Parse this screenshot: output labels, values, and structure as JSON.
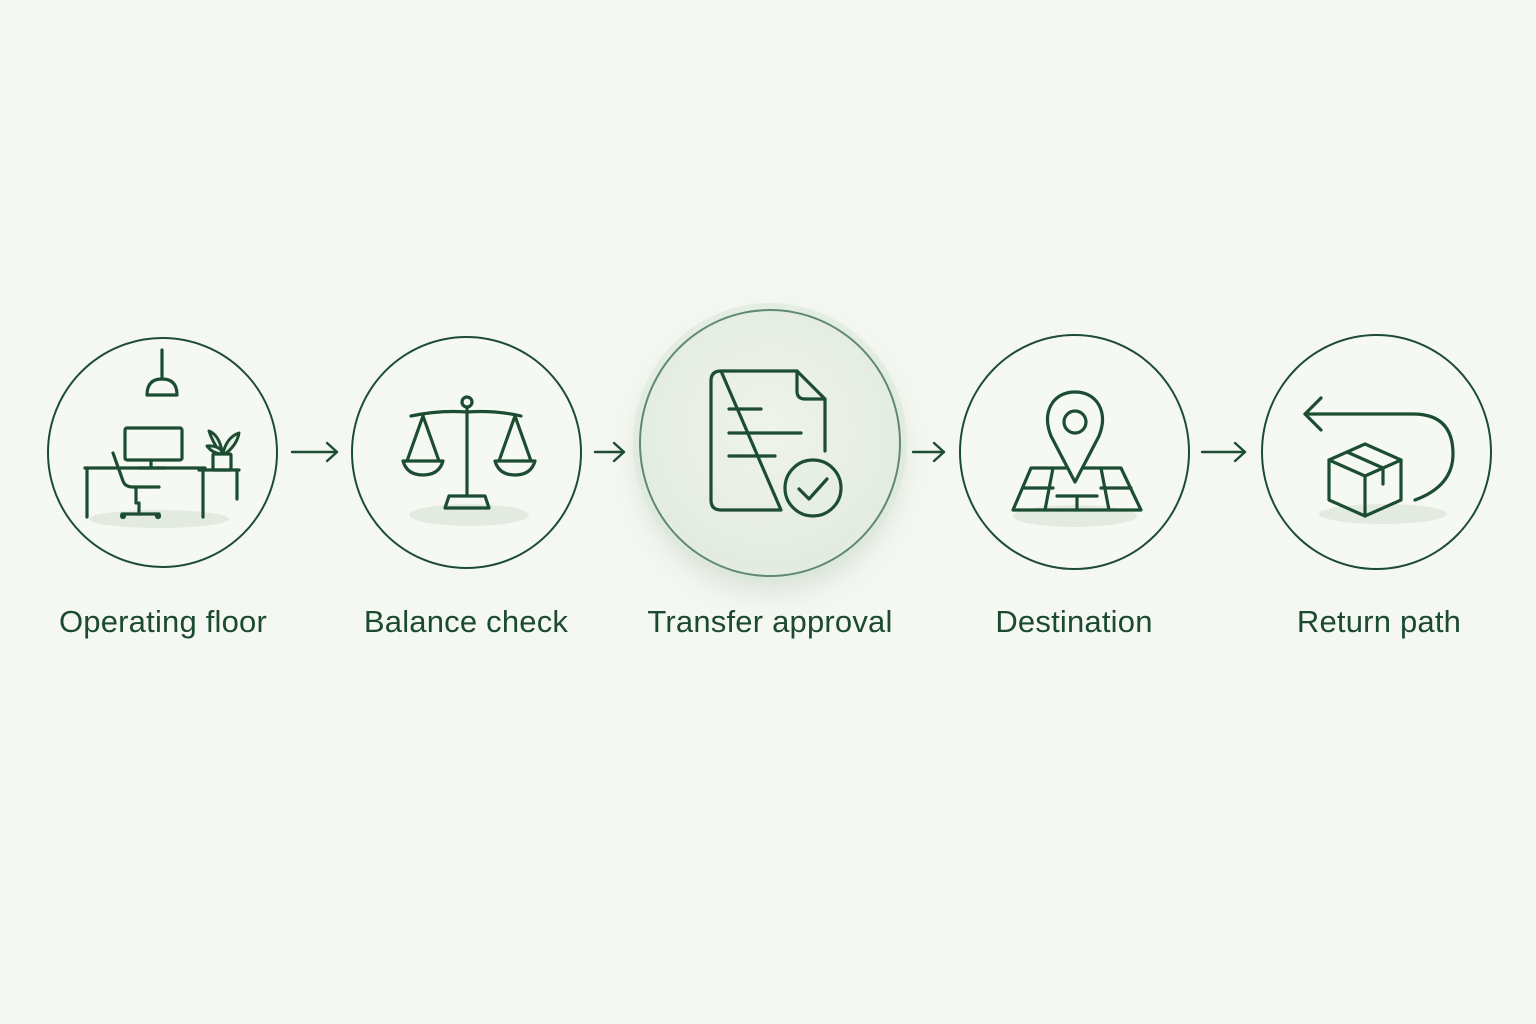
{
  "colors": {
    "background": "#f5f8f2",
    "stroke": "#1c4d32",
    "label": "#1b4a2f",
    "active_fill": "#e4ece2"
  },
  "steps": [
    {
      "label": "Operating floor",
      "icon": "office-desk-icon",
      "active": false
    },
    {
      "label": "Balance check",
      "icon": "balance-scale-icon",
      "active": false
    },
    {
      "label": "Transfer approval",
      "icon": "approved-document-icon",
      "active": true
    },
    {
      "label": "Destination",
      "icon": "map-pin-icon",
      "active": false
    },
    {
      "label": "Return path",
      "icon": "return-package-icon",
      "active": false
    }
  ],
  "connector_icon": "arrow-right-icon"
}
